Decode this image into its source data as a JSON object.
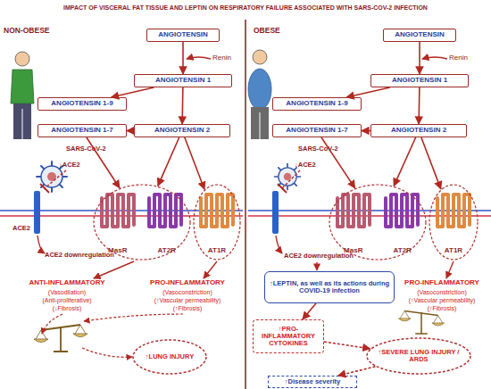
{
  "diagram": {
    "title": "IMPACT OF VISCERAL FAT TISSUE AND LEPTIN ON RESPIRATORY FAILURE ASSOCIATED WITH SARS-COV-2 INFECTION",
    "nodes": [
      {
        "text": [
          "ANGIOTENSIN"
        ]
      },
      {
        "text": [
          "ANGIOTENSIN 1"
        ]
      },
      {
        "text": [
          "ANGIOTENSIN 1-9"
        ]
      },
      {
        "text": [
          "ANGIOTENSIN 1-7"
        ]
      },
      {
        "text": [
          "ANGIOTENSIN 2"
        ]
      },
      {
        "text": [
          "MasR",
          "AT2R"
        ]
      },
      {
        "text": [
          "AT1R"
        ]
      },
      {
        "text": [
          "↑LUNG INJURY"
        ]
      },
      {
        "text": [
          "ANGIOTENSIN"
        ]
      },
      {
        "text": [
          "ANGIOTENSIN 1"
        ]
      },
      {
        "text": [
          "ANGIOTENSIN 1-9"
        ]
      },
      {
        "text": [
          "ANGIOTENSIN 1-7"
        ]
      },
      {
        "text": [
          "ANGIOTENSIN 2"
        ]
      },
      {
        "text": [
          "MasR",
          "AT2R"
        ]
      },
      {
        "text": [
          "AT1R"
        ]
      },
      {
        "text": [
          "↑LEPTIN, as well as its actions during COVID-19 infection"
        ]
      },
      {
        "text": [
          "↑PRO-INFLAMMATORY CYTOKINES"
        ]
      },
      {
        "text": [
          "↑SEVERE LUNG INJURY / ARDS"
        ]
      },
      {
        "text": [
          "↑Disease severity"
        ]
      }
    ],
    "edges": [
      {
        "from": 0,
        "to": 1,
        "arrow": "to"
      },
      {
        "from": 1,
        "to": 2,
        "arrow": "to"
      },
      {
        "from": 1,
        "to": 4,
        "arrow": "to"
      },
      {
        "from": 4,
        "to": 3,
        "arrow": "to"
      },
      {
        "from": 3,
        "to": 5,
        "arrow": "to"
      },
      {
        "from": 4,
        "to": 5,
        "arrow": "to"
      },
      {
        "from": 4,
        "to": 6,
        "arrow": "to"
      },
      {
        "from": 8,
        "to": 9,
        "arrow": "to"
      },
      {
        "from": 9,
        "to": 10,
        "arrow": "to"
      },
      {
        "from": 9,
        "to": 12,
        "arrow": "to"
      },
      {
        "from": 12,
        "to": 11,
        "arrow": "to"
      },
      {
        "from": 11,
        "to": 13,
        "arrow": "to"
      },
      {
        "from": 12,
        "to": 13,
        "arrow": "to"
      },
      {
        "from": 12,
        "to": 14,
        "arrow": "to"
      },
      {
        "from": 15,
        "to": 16,
        "arrow": "to"
      },
      {
        "from": 16,
        "to": 17,
        "arrow": "to"
      },
      {
        "from": 17,
        "to": 18,
        "arrow": "to"
      }
    ],
    "labels": [
      "NON-OBESE",
      "OBESE",
      "Renin",
      "SARS-CoV-2",
      "↓ACE2",
      "ACE2",
      "ACE2 downregulation",
      "ANTI-INFLAMMATORY",
      "(Vasodilation)",
      "(Anti-proliferative)",
      "(↓Fibrosis)",
      "PRO-INFLAMMATORY",
      "(Vasoconstriction)",
      "(↑Vascular permeability)",
      "(↑Fibrosis)",
      "Renin",
      "SARS-CoV-2",
      "↓ACE2",
      "ACE2 downregulation",
      "PRO-INFLAMMATORY",
      "(Vasoconstriction)",
      "(↑Vascular permeability)",
      "(↑Fibrosis)"
    ]
  }
}
